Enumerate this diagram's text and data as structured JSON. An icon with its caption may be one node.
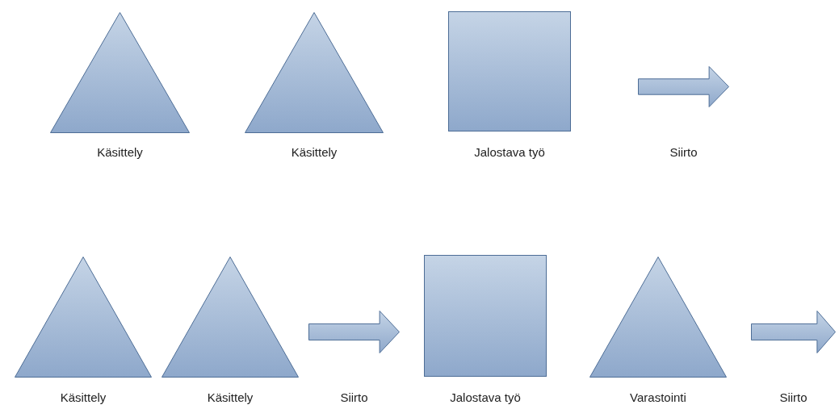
{
  "diagram": {
    "nodes": [
      {
        "text": [
          "Käsittely"
        ]
      },
      {
        "text": [
          "Käsittely"
        ]
      },
      {
        "text": [
          "Jalostava työ"
        ]
      },
      {
        "text": [
          "Siirto"
        ]
      },
      {
        "text": [
          "Käsittely"
        ]
      },
      {
        "text": [
          "Käsittely"
        ]
      },
      {
        "text": [
          "Siirto"
        ]
      },
      {
        "text": [
          "Jalostava työ"
        ]
      },
      {
        "text": [
          "Varastointi"
        ]
      },
      {
        "text": [
          "Siirto"
        ]
      }
    ]
  }
}
